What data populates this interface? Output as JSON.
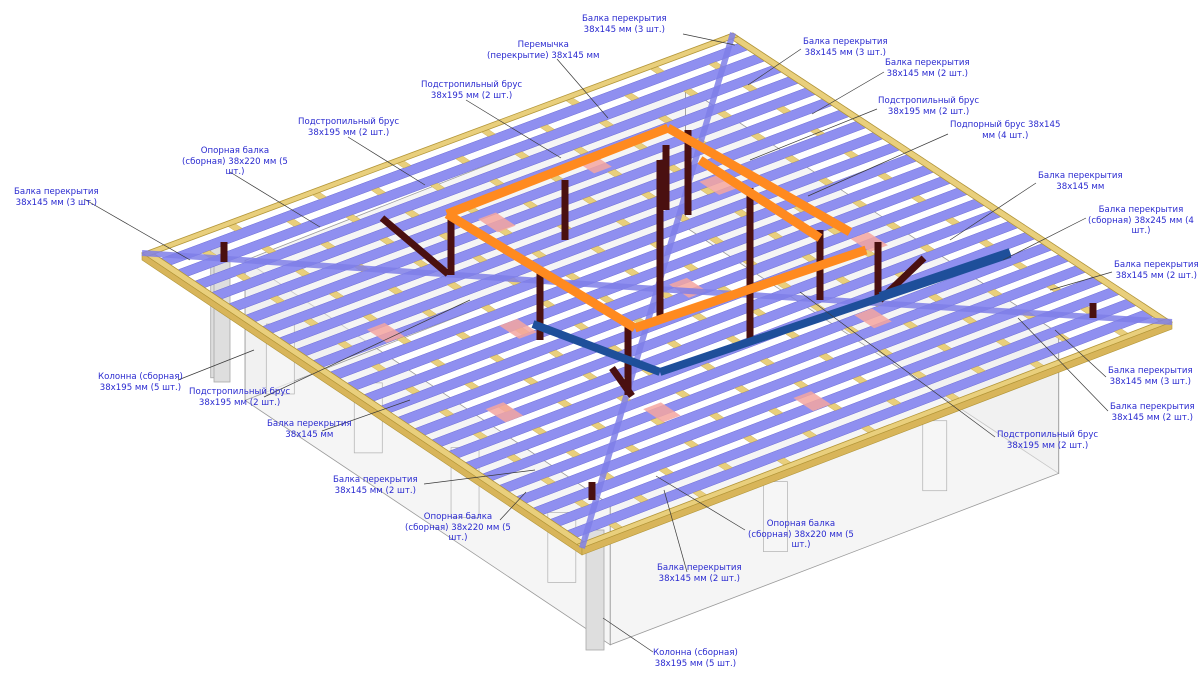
{
  "labels": [
    {
      "id": "top-1",
      "lines": [
        "Балка перекрытия",
        "38x145 мм (3 шт.)"
      ]
    },
    {
      "id": "top-2",
      "lines": [
        "Перемычка",
        "(перекрытие) 38x145 мм"
      ]
    },
    {
      "id": "top-3",
      "lines": [
        "Подстропильный брус",
        "38x195 мм (2 шт.)"
      ]
    },
    {
      "id": "top-4",
      "lines": [
        "Подстропильный брус",
        "38x195 мм (2 шт.)"
      ]
    },
    {
      "id": "top-5",
      "lines": [
        "Балка перекрытия",
        "38x145 мм (3 шт.)"
      ]
    },
    {
      "id": "top-6",
      "lines": [
        "Балка перекрытия",
        "38x145 мм (2 шт.)"
      ]
    },
    {
      "id": "top-7",
      "lines": [
        "Подстропильный брус",
        "38x195 мм (2 шт.)"
      ]
    },
    {
      "id": "top-8",
      "lines": [
        "Подпорный брус 38x145",
        "мм (4 шт.)"
      ]
    },
    {
      "id": "left-1",
      "lines": [
        "Опорная балка",
        "(сборная) 38x220 мм (5",
        "шт.)"
      ]
    },
    {
      "id": "left-2",
      "lines": [
        "Балка перекрытия",
        "38x145 мм (3 шт.)"
      ]
    },
    {
      "id": "right-1",
      "lines": [
        "Балка перекрытия",
        "38x145 мм"
      ]
    },
    {
      "id": "right-2",
      "lines": [
        "Балка перекрытия",
        "(сборная) 38x245 мм (4",
        "шт.)"
      ]
    },
    {
      "id": "right-3",
      "lines": [
        "Балка перекрытия",
        "38x145 мм (2 шт.)"
      ]
    },
    {
      "id": "right-4",
      "lines": [
        "Балка перекрытия",
        "38x145 мм (3 шт.)"
      ]
    },
    {
      "id": "right-5",
      "lines": [
        "Балка перекрытия",
        "38x145 мм (2 шт.)"
      ]
    },
    {
      "id": "left-3",
      "lines": [
        "Колонна (сборная)",
        "38x195 мм (5 шт.)"
      ]
    },
    {
      "id": "left-4",
      "lines": [
        "Подстропильный брус",
        "38x195 мм (2 шт.)"
      ]
    },
    {
      "id": "left-5",
      "lines": [
        "Балка перекрытия",
        "38x145 мм"
      ]
    },
    {
      "id": "bot-1",
      "lines": [
        "Подстропильный брус",
        "38x195 мм (2 шт.)"
      ]
    },
    {
      "id": "bot-2",
      "lines": [
        "Балка перекрытия",
        "38x145 мм (2 шт.)"
      ]
    },
    {
      "id": "bot-3",
      "lines": [
        "Опорная балка",
        "(сборная) 38x220 мм (5",
        "шт.)"
      ]
    },
    {
      "id": "bot-4",
      "lines": [
        "Опорная балка",
        "(сборная) 38x220 мм (5",
        "шт.)"
      ]
    },
    {
      "id": "bot-5",
      "lines": [
        "Балка перекрытия",
        "38x145 мм (2 шт.)"
      ]
    },
    {
      "id": "bot-6",
      "lines": [
        "Колонна (сборная)",
        "38x195 мм (5 шт.)"
      ]
    }
  ],
  "colors": {
    "label_text": "#2a2ad0",
    "leader": "#3a3a3a",
    "joist": "#8f8ff0",
    "joist_edge": "#6b6bd6",
    "rim": "#e9cf7c",
    "rim_edge": "#b39638",
    "wall": "#ececec",
    "wall_edge": "#9a9a9a",
    "beam_orange": "#ff8a1f",
    "beam_blue": "#1e4f9a",
    "post": "#4a1010",
    "blocking": "#f4a6a0",
    "column": "#dedede"
  }
}
